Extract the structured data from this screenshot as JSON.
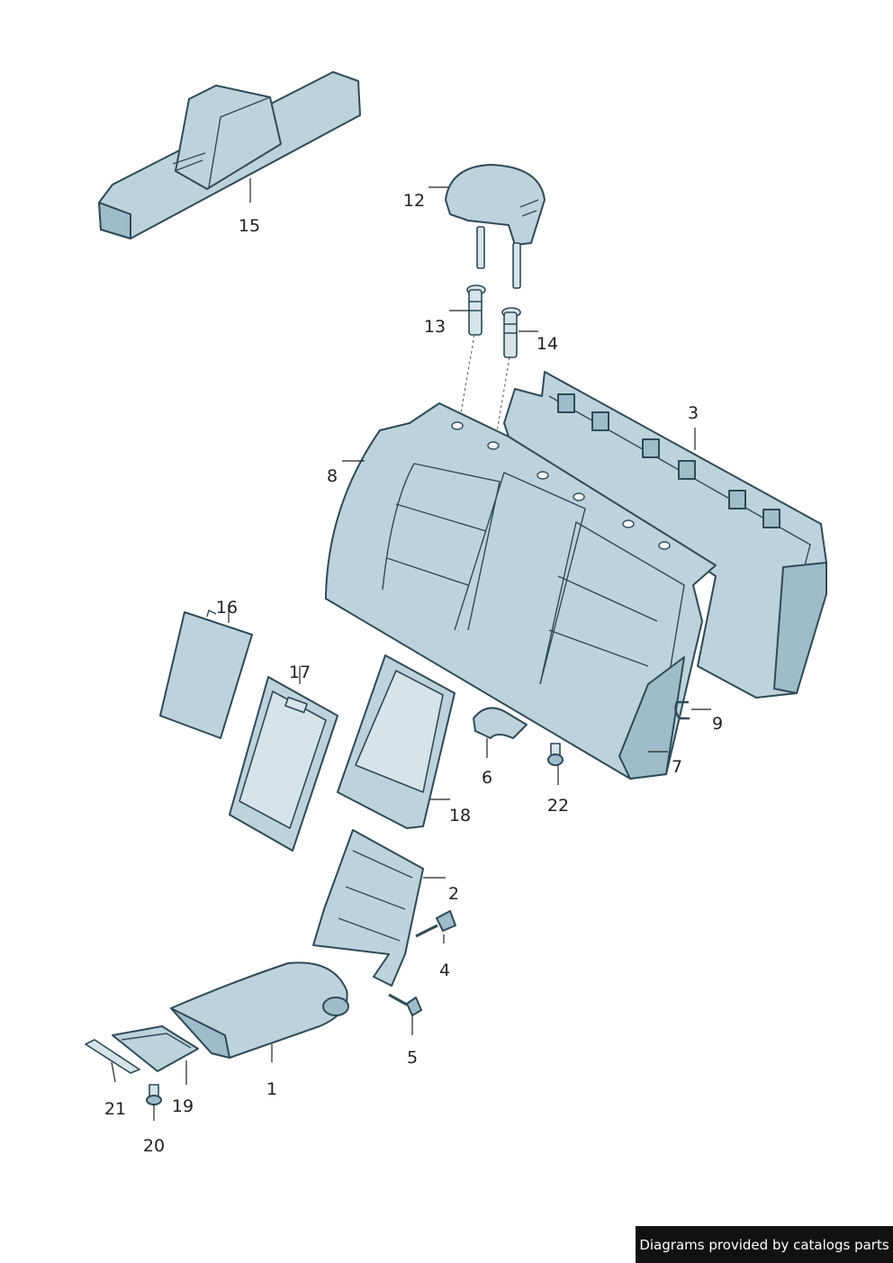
{
  "diagram": {
    "callouts": [
      "1",
      "2",
      "3",
      "4",
      "5",
      "6",
      "7",
      "8",
      "9",
      "12",
      "13",
      "14",
      "15",
      "16",
      "17",
      "18",
      "19",
      "20",
      "21",
      "22"
    ]
  },
  "footer": {
    "text": "Diagrams provided by catalogs parts"
  }
}
